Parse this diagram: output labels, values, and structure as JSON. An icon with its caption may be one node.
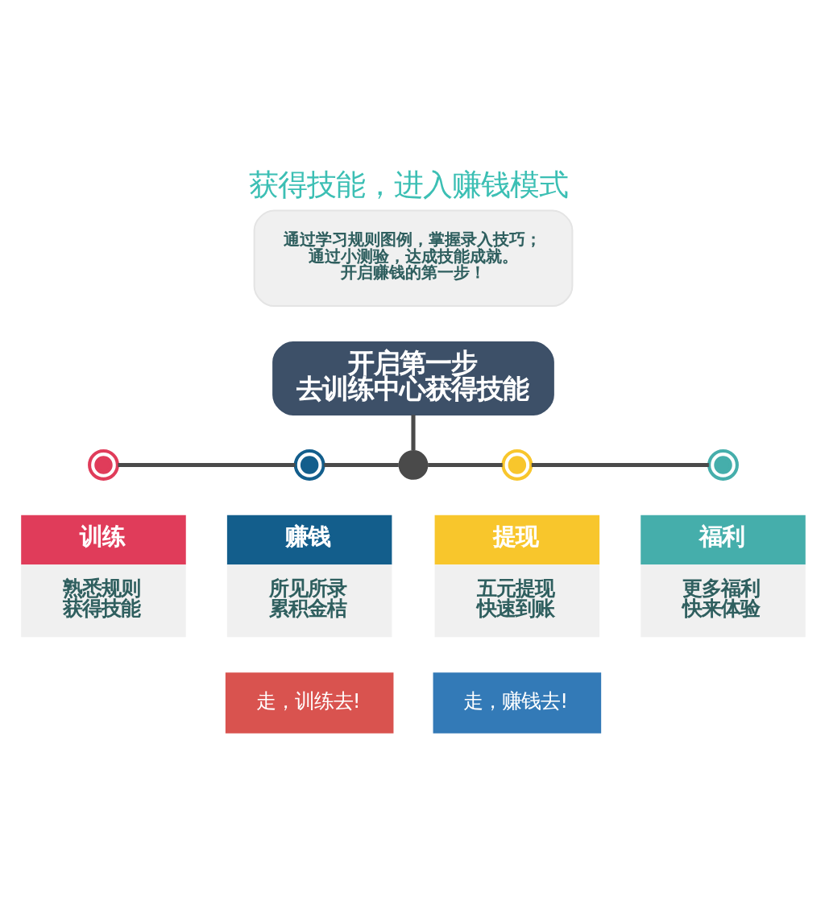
{
  "diagram": {
    "title": "获得技能，进入赚钱模式",
    "nodes": [
      {
        "text": [
          "通过学习规则图例，掌握录入技巧；",
          "通过小测验，达成技能成就。",
          "开启赚钱的第一步！"
        ]
      },
      {
        "text": [
          "开启第一步",
          "去训练中心获得技能"
        ]
      },
      {
        "text": [],
        "shape": "circle"
      },
      {
        "text": [],
        "shape": "circle"
      },
      {
        "text": [],
        "shape": "circle"
      },
      {
        "text": [],
        "shape": "circle"
      },
      {
        "text": [],
        "shape": "circle"
      },
      {
        "text": [
          "训练",
          "熟悉规则",
          "获得技能"
        ]
      },
      {
        "text": [
          "赚钱",
          "所见所录",
          "累积金桔"
        ]
      },
      {
        "text": [
          "提现",
          "五元提现",
          "快速到账"
        ]
      },
      {
        "text": [
          "福利",
          "更多福利",
          "快来体验"
        ]
      },
      {
        "text": [
          "走，训练去!"
        ]
      },
      {
        "text": [
          "走，赚钱去!"
        ]
      }
    ],
    "edges": [
      {
        "from": 1,
        "to": 4,
        "arrow": "none"
      },
      {
        "from": 2,
        "to": 3,
        "arrow": "none"
      },
      {
        "from": 3,
        "to": 4,
        "arrow": "none"
      },
      {
        "from": 4,
        "to": 5,
        "arrow": "none"
      },
      {
        "from": 5,
        "to": 6,
        "arrow": "none"
      }
    ]
  }
}
